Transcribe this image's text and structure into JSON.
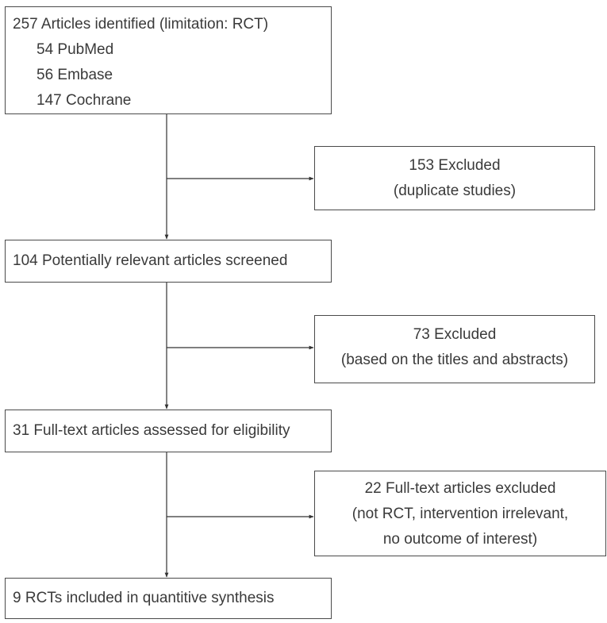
{
  "flow": {
    "identified": {
      "title": "257 Articles identified (limitation: RCT)",
      "sources": [
        "54 PubMed",
        "56 Embase",
        "147 Cochrane"
      ]
    },
    "excluded_duplicates": {
      "lines": [
        "153 Excluded",
        "(duplicate studies)"
      ]
    },
    "screened": {
      "title": "104 Potentially relevant articles screened"
    },
    "excluded_titles": {
      "lines": [
        "73 Excluded",
        "(based on the titles and abstracts)"
      ]
    },
    "eligibility": {
      "title": "31 Full-text articles assessed for eligibility"
    },
    "excluded_fulltext": {
      "lines": [
        "22 Full-text articles excluded",
        "(not RCT, intervention irrelevant,",
        "no outcome of interest)"
      ]
    },
    "included": {
      "title": "9 RCTs included in quantitive synthesis"
    }
  }
}
